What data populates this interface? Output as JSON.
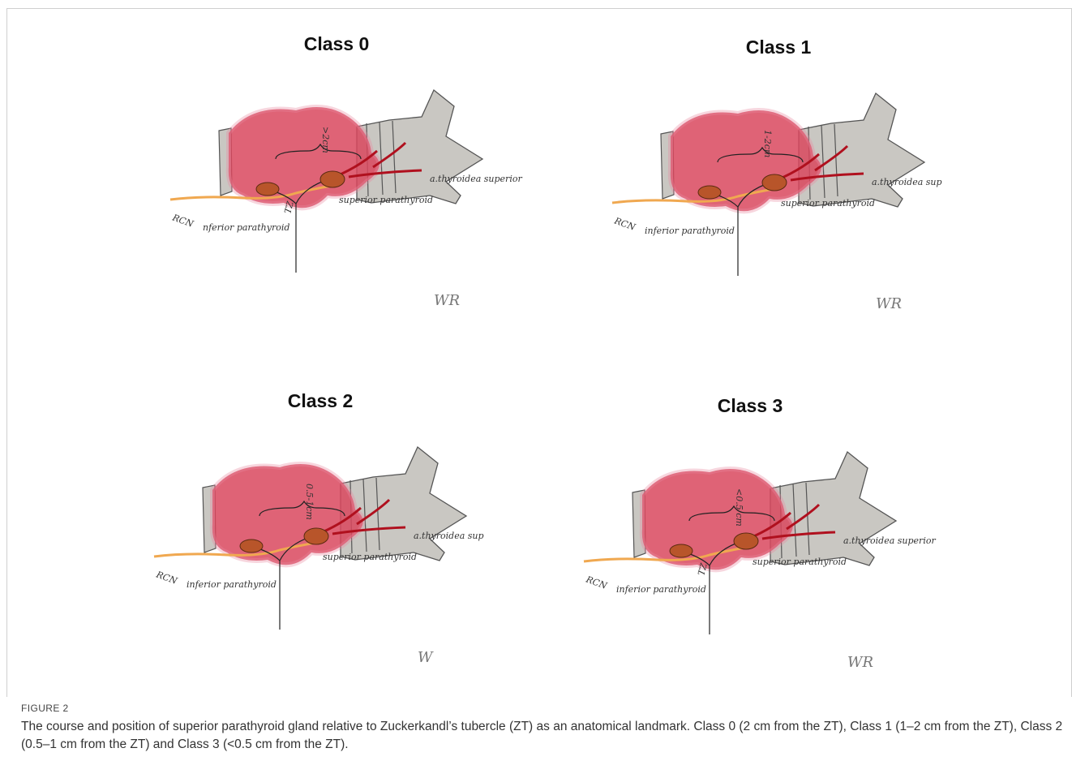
{
  "figure": {
    "label": "FIGURE 2",
    "caption": "The course and position of superior parathyroid gland relative to Zuckerkandl’s tubercle (ZT) as an anatomical landmark. Class 0 (2 cm from the ZT), Class 1 (1–2 cm from the ZT), Class 2 (0.5–1 cm from the ZT) and Class 3 (<0.5 cm from the ZT)."
  },
  "panels": [
    {
      "title": "Class 0",
      "distance": ">2cm",
      "labels": {
        "nerve": "RCN",
        "tubercle": "TZ",
        "inferior": "nferior parathyroid",
        "superior": "superior parathyroid",
        "artery": "a.thyroidea superior"
      },
      "signature": "WR"
    },
    {
      "title": "Class 1",
      "distance": "1-2cm",
      "labels": {
        "nerve": "RCN",
        "tubercle": "",
        "inferior": "inferior parathyroid",
        "superior": "superior parathyroid",
        "artery": "a.thyroidea sup"
      },
      "signature": "WR"
    },
    {
      "title": "Class 2",
      "distance": "0.5-1cm",
      "labels": {
        "nerve": "RCN",
        "tubercle": "",
        "inferior": "inferior parathyroid",
        "superior": "superior parathyroid",
        "artery": "a.thyroidea sup"
      },
      "signature": "W"
    },
    {
      "title": "Class 3",
      "distance": "<0.5 cm",
      "labels": {
        "nerve": "RCN",
        "tubercle": "TZ",
        "inferior": "inferior parathyroid",
        "superior": "superior parathyroid",
        "artery": "a.thyroidea superior"
      },
      "signature": "WR"
    }
  ],
  "colors": {
    "thyroid": "#d9485e",
    "trachea": "#c9c7c2",
    "nerve": "#f0a850",
    "artery": "#b0101e",
    "parathyroid": "#b8552a"
  }
}
